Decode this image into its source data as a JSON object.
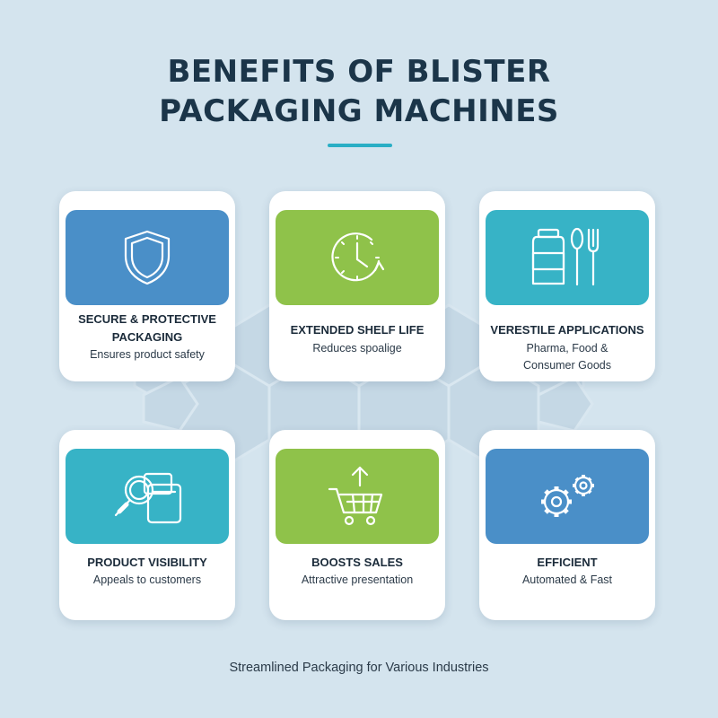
{
  "title_lines": [
    "BENEFITS OF BLISTER",
    "PACKAGING MACHINES"
  ],
  "footer": "Streamlined Packaging for Various Industries",
  "colors": {
    "background": "#d4e4ee",
    "title": "#1b3549",
    "accent": "#2aaec5",
    "blue": "#4a8fc8",
    "green": "#8fc24a",
    "teal": "#37b3c6"
  },
  "cards": [
    {
      "title_lines": [
        "SECURE & PROTECTIVE",
        "PACKAGING"
      ],
      "subtitle_lines": [
        "Ensures product safety"
      ],
      "icon": "shield-icon",
      "color": "#4a8fc8"
    },
    {
      "title_lines": [
        "EXTENDED SHELF LIFE"
      ],
      "subtitle_lines": [
        "Reduces spoalige"
      ],
      "icon": "clock-icon",
      "color": "#8fc24a"
    },
    {
      "title_lines": [
        "VERESTILE APPLICATIONS"
      ],
      "subtitle_lines": [
        "Pharma, Food &",
        "Consumer Goods"
      ],
      "icon": "jar-utensils-icon",
      "color": "#37b3c6"
    },
    {
      "title_lines": [
        "PRODUCT VISIBILITY"
      ],
      "subtitle_lines": [
        "Appeals to customers"
      ],
      "icon": "magnifier-icon",
      "color": "#37b3c6"
    },
    {
      "title_lines": [
        "BOOSTS SALES"
      ],
      "subtitle_lines": [
        "Attractive presentation"
      ],
      "icon": "shopping-cart-icon",
      "color": "#8fc24a"
    },
    {
      "title_lines": [
        "EFFICIENT"
      ],
      "subtitle_lines": [
        "Automated & Fast"
      ],
      "icon": "gears-icon",
      "color": "#4a8fc8"
    }
  ]
}
